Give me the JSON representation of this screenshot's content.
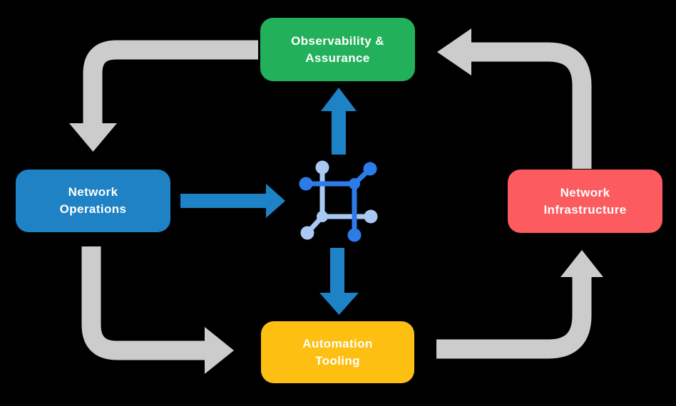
{
  "diagram": {
    "name": "network-automation-cycle",
    "background": "#000000",
    "boxes": {
      "observability": {
        "line1": "Observability &",
        "line2": "Assurance",
        "color": "#22b15a"
      },
      "operations": {
        "line1": "Network",
        "line2": "Operations",
        "color": "#1e82c4"
      },
      "infrastructure": {
        "line1": "Network",
        "line2": "Infrastructure",
        "color": "#fc5b5f"
      },
      "automation": {
        "line1": "Automation",
        "line2": "Tooling",
        "color": "#fdbf12"
      }
    },
    "cycle_arrows": {
      "color": "#cccccc",
      "flow": [
        "observability-to-operations",
        "operations-to-automation",
        "automation-to-infrastructure",
        "infrastructure-to-observability"
      ]
    },
    "flow_arrows": {
      "color": "#1e82c6",
      "flow": [
        "operations-to-center",
        "center-to-observability",
        "center-to-automation"
      ]
    },
    "center_icon": {
      "name": "network-mesh-icon",
      "dark_color": "#2b7ce9",
      "light_color": "#a9c9f3"
    }
  }
}
